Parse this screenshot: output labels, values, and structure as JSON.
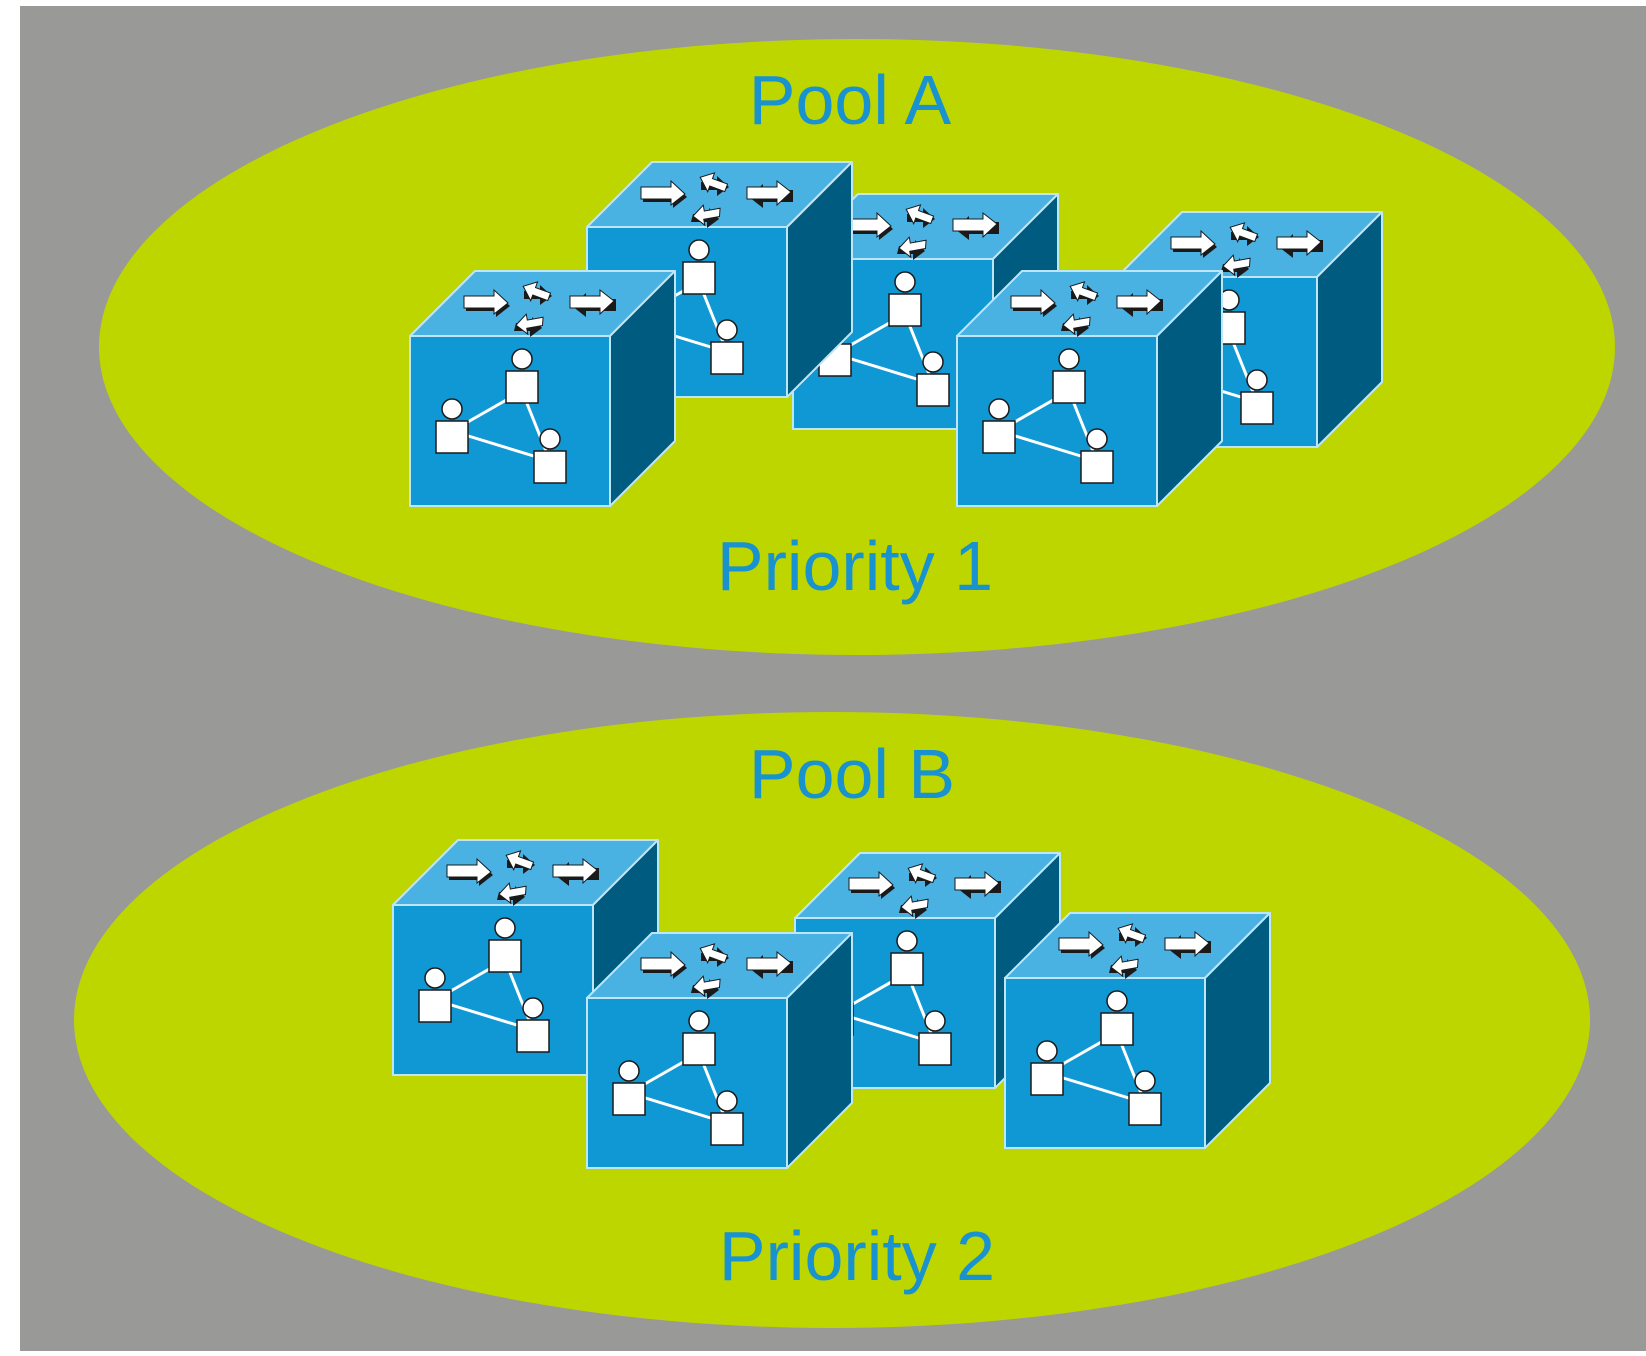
{
  "colors": {
    "panel": "#999997",
    "pool_fill": "#bed600",
    "label": "#1893d0",
    "cube_front": "#1098d4",
    "cube_top": "#4ab1e3",
    "cube_side": "#005b80",
    "icon": "#ffffff",
    "icon_shadow": "#1a1a1a"
  },
  "device_icon": "switch-with-user-group-icon",
  "pools": [
    {
      "title": "Pool A",
      "priority": "Priority 1",
      "device_count": 5
    },
    {
      "title": "Pool B",
      "priority": "Priority 2",
      "device_count": 4
    }
  ]
}
